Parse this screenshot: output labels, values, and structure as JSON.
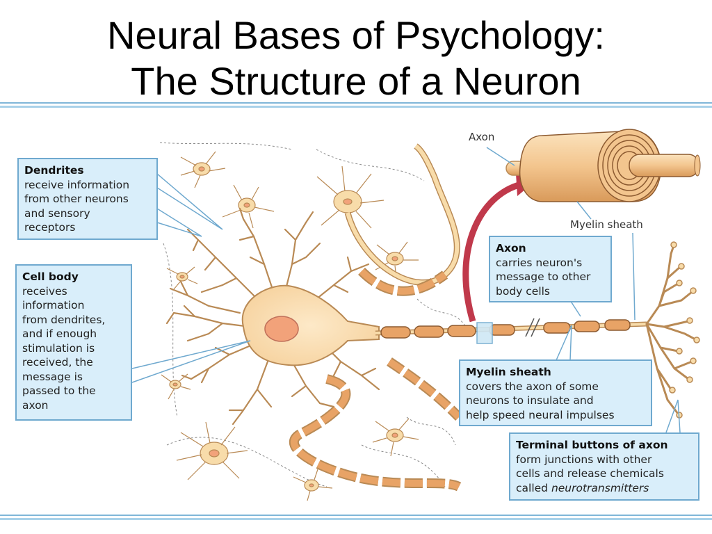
{
  "slide": {
    "title_line1": "Neural Bases of Psychology:",
    "title_line2": "The Structure of a Neuron"
  },
  "labels": {
    "axon_inset": "Axon",
    "myelin_inset": "Myelin sheath"
  },
  "callouts": {
    "dendrites": {
      "heading": "Dendrites",
      "body": "receive information\nfrom other neurons\nand sensory\nreceptors"
    },
    "cell_body": {
      "heading": "Cell body",
      "body": "receives\ninformation\nfrom dendrites,\nand if enough\nstimulation is\nreceived, the\nmessage is\npassed to the\naxon"
    },
    "axon": {
      "heading": "Axon",
      "body": "carries neuron's\nmessage to other\nbody cells"
    },
    "myelin": {
      "heading": "Myelin sheath",
      "body": "covers the axon of some\nneurons to insulate and\nhelp speed neural impulses"
    },
    "terminal": {
      "heading": "Terminal buttons of axon",
      "body_prefix": "form junctions with other\ncells and release chemicals\ncalled ",
      "body_emph": "neurotransmitters"
    }
  },
  "colors": {
    "neuron_fill": "#f8dcaa",
    "neuron_stroke": "#b98a55",
    "nucleus": "#f2a27a",
    "myelin_fill": "#e8a366",
    "callout_fill": "#d9eefa",
    "callout_border": "#6fa9cf",
    "arrow": "#c0394b"
  }
}
